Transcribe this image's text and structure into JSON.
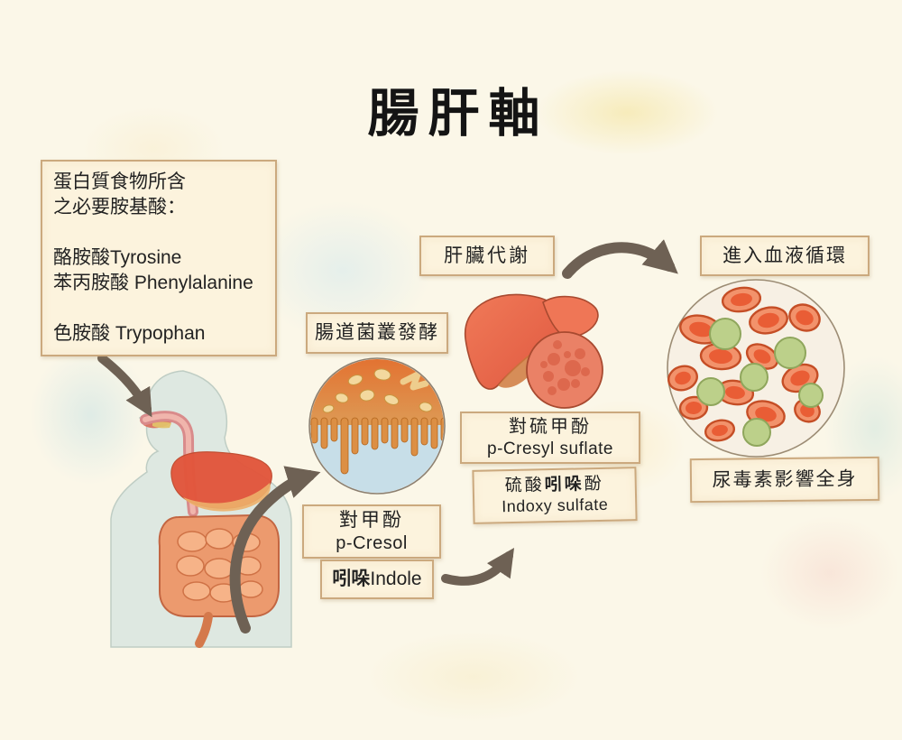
{
  "title": "腸肝軸",
  "info_box": {
    "text": "蛋白質食物所含\n之必要胺基酸：\n\n酪胺酸Tyrosine\n苯丙胺酸 Phenylalanine\n\n色胺酸 Trypophan"
  },
  "labels": {
    "gut_fermentation": "腸道菌叢發酵",
    "liver_metabolism": "肝臟代謝",
    "enter_blood": "進入血液循環",
    "uremic_toxins": "尿毒素影響全身"
  },
  "metabolites": {
    "p_cresol": {
      "zh": "對甲酚",
      "en": "p-Cresol"
    },
    "indole": {
      "zh": "吲哚",
      "en": "Indole"
    },
    "p_cresyl_sulfate": {
      "zh": "對硫甲酚",
      "en": "p-Cresyl suflate"
    },
    "indoxyl_sulfate": {
      "zh_pre": "硫酸",
      "zh_bold": "吲哚",
      "zh_post": "酚",
      "en": "Indoxy sulfate"
    }
  },
  "colors": {
    "background": "#fbf7e8",
    "box_background": "#fcf3dd",
    "box_border": "#cba97e",
    "arrow": "#6e6154",
    "organ_red": "#e2553b",
    "gut_orange": "#dd7a3a",
    "blood_cell_red": "#ed6a41",
    "toxin_green": "#b8cc82",
    "body_silhouette": "#dbe7e1",
    "text": "#222222"
  },
  "illustrations": [
    {
      "name": "human-digestive-system-illustration"
    },
    {
      "name": "gut-microbiome-circle-illustration"
    },
    {
      "name": "liver-and-cells-illustration"
    },
    {
      "name": "blood-cells-circle-illustration"
    }
  ]
}
